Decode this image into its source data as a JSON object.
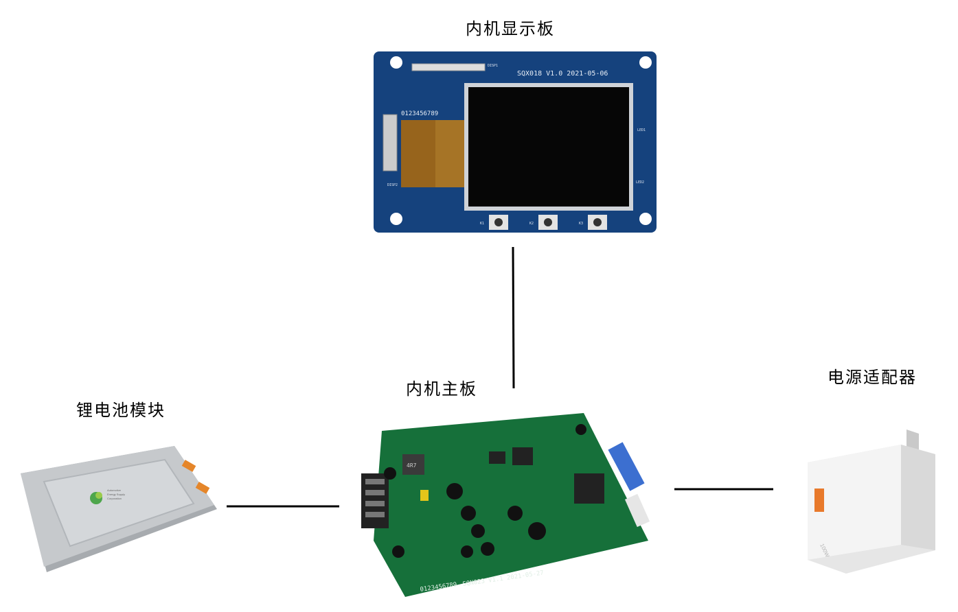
{
  "diagram": {
    "nodes": [
      {
        "id": "display",
        "label": "内机显示板"
      },
      {
        "id": "mainboard",
        "label": "内机主板"
      },
      {
        "id": "battery",
        "label": "锂电池模块"
      },
      {
        "id": "adapter",
        "label": "电源适配器"
      }
    ],
    "edges": [
      {
        "from": "display",
        "to": "mainboard"
      },
      {
        "from": "battery",
        "to": "mainboard"
      },
      {
        "from": "adapter",
        "to": "mainboard"
      }
    ]
  },
  "silkscreen": {
    "display_board": "SQX018 V1.0 2021-05-06",
    "display_digits": "0123456789",
    "display_connector_1": "DISP1",
    "display_connector_2": "DISP2",
    "display_led_1": "LED1",
    "display_led_2": "LED2",
    "display_keys": [
      "K1",
      "K2",
      "K3"
    ],
    "main_board": "SQN023 V1.1 2021-05-27",
    "main_digits": "0123456789",
    "inductor": "4R7",
    "battery_brand": [
      "Automotive",
      "Energy Supply",
      "Corporation"
    ],
    "adapter_rating": "100W"
  },
  "colors": {
    "display_pcb": "#15427d",
    "main_pcb": "#16703a",
    "battery_shell": "#c6c9cc",
    "adapter_body": "#f3f3f3",
    "usb_port": "#e8792b",
    "line": "#000000"
  }
}
